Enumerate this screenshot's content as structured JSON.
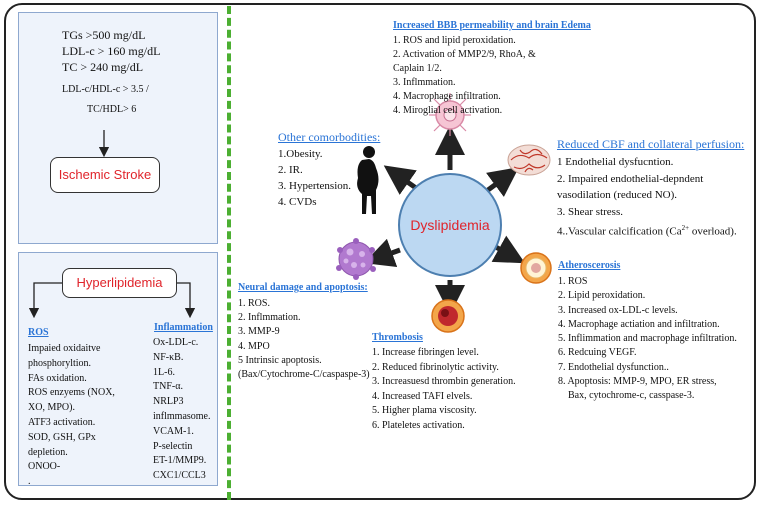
{
  "criteria": {
    "lines": [
      "TGs >500 mg/dL",
      "LDL-c > 160 mg/dL",
      "TC > 240 mg/dL"
    ],
    "ratio_line1": "LDL-c/HDL-c  > 3.5    /",
    "ratio_line2": "TC/HDL> 6",
    "result": "Ischemic Stroke"
  },
  "hyperlipidemia": {
    "title": "Hyperlipidemia",
    "ros": {
      "title": "ROS",
      "items": [
        "Impaied oxidaitve",
        "phosphoryltion.",
        "FAs oxidation.",
        "ROS enzyems (NOX,",
        "XO, MPO).",
        "ATF3 activation.",
        "SOD, GSH, GPx",
        "depletion.",
        "ONOO-",
        "."
      ]
    },
    "inflammation": {
      "title": "Inflammation",
      "items": [
        "Ox-LDL-c.",
        "NF-κB.",
        "1L-6.",
        "TNF-α.",
        "NRLP3",
        "inflmmasome.",
        "VCAM-1.",
        "P-selectin",
        "ET-1/MMP9.",
        "CXC1/CCL3"
      ]
    }
  },
  "center": "Dyslipidemia",
  "bbb": {
    "title": "Increased BBB permeability and brain Edema",
    "items": [
      "1.  ROS and lipid peroxidation.",
      "2. Activation of MMP2/9, RhoA, &",
      "Caplain 1/2.",
      "3. Inflmmation.",
      "4. Macrophage infiltration.",
      "4. Miroglial cell activation."
    ]
  },
  "comorbidities": {
    "title": "Other comorbodities:",
    "items": [
      "1.Obesity.",
      "2. IR.",
      "3. Hypertension.",
      "4. CVDs"
    ]
  },
  "cbf": {
    "title": "Reduced CBF and collateral perfusion:",
    "items": [
      "1 Endothelial dysfucntion.",
      "2. Impaired endothelial-depndent",
      "vasodilation (reduced NO).",
      "3. Shear stress.",
      "4..Vascular calcification (Ca",
      "2+",
      " overload)."
    ]
  },
  "neural": {
    "title": "Neural damage and apoptosis:",
    "items": [
      "1. ROS.",
      "2. Inflmmation.",
      "3. MMP-9",
      "4. MPO",
      "5 Intrinsic apoptosis.",
      "(Bax/Cytochrome-C/caspaspe-3)"
    ]
  },
  "thrombosis": {
    "title": "Thrombosis",
    "items": [
      "1. Increase fibringen level.",
      "2. Reduced fibrinolytic activity.",
      "3. Increasuesd thrombin generation.",
      "4. Increased TAFI elvels.",
      "5. Higher plama viscosity.",
      "6. Plateletes activation."
    ]
  },
  "atherosclerosis": {
    "title": "Atheroscerosis",
    "items": [
      "1. ROS",
      "2. Lipid peroxidation.",
      "3. Increased ox-LDL-c levels.",
      "4. Macrophage actiation and infiltration.",
      "5. Inflimmation and macrophage infiltration.",
      "6. Redcuing VEGF.",
      "7. Endothelial dysfunction..",
      "8. Apoptosis: MMP-9, MPO, ER stress,",
      "    Bax, cytochrome-c, casspase-3."
    ]
  },
  "icons": [
    "person-silhouette-icon",
    "brain-cell-icon",
    "brain-vessels-icon",
    "microglia-cell-icon",
    "clot-vessel-icon",
    "artery-plaque-icon"
  ],
  "colors": {
    "accent_red": "#e0242b",
    "title_blue": "#2a74d6",
    "dash_green": "#4caf32",
    "circle_fill": "#bcd8f2"
  }
}
